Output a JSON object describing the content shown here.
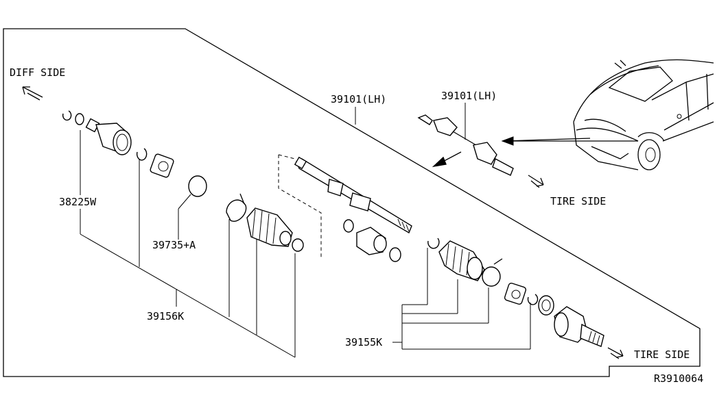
{
  "labels": {
    "diff_side": "DIFF SIDE",
    "tire_side_upper": "TIRE SIDE",
    "tire_side_lower": "TIRE SIDE",
    "shaft_main": "39101(LH)",
    "shaft_inset": "39101(LH)",
    "part_38225w": "38225W",
    "part_39735a": "39735+A",
    "part_39156k": "39156K",
    "part_39155k": "39155K",
    "diagram_code": "R3910064"
  }
}
